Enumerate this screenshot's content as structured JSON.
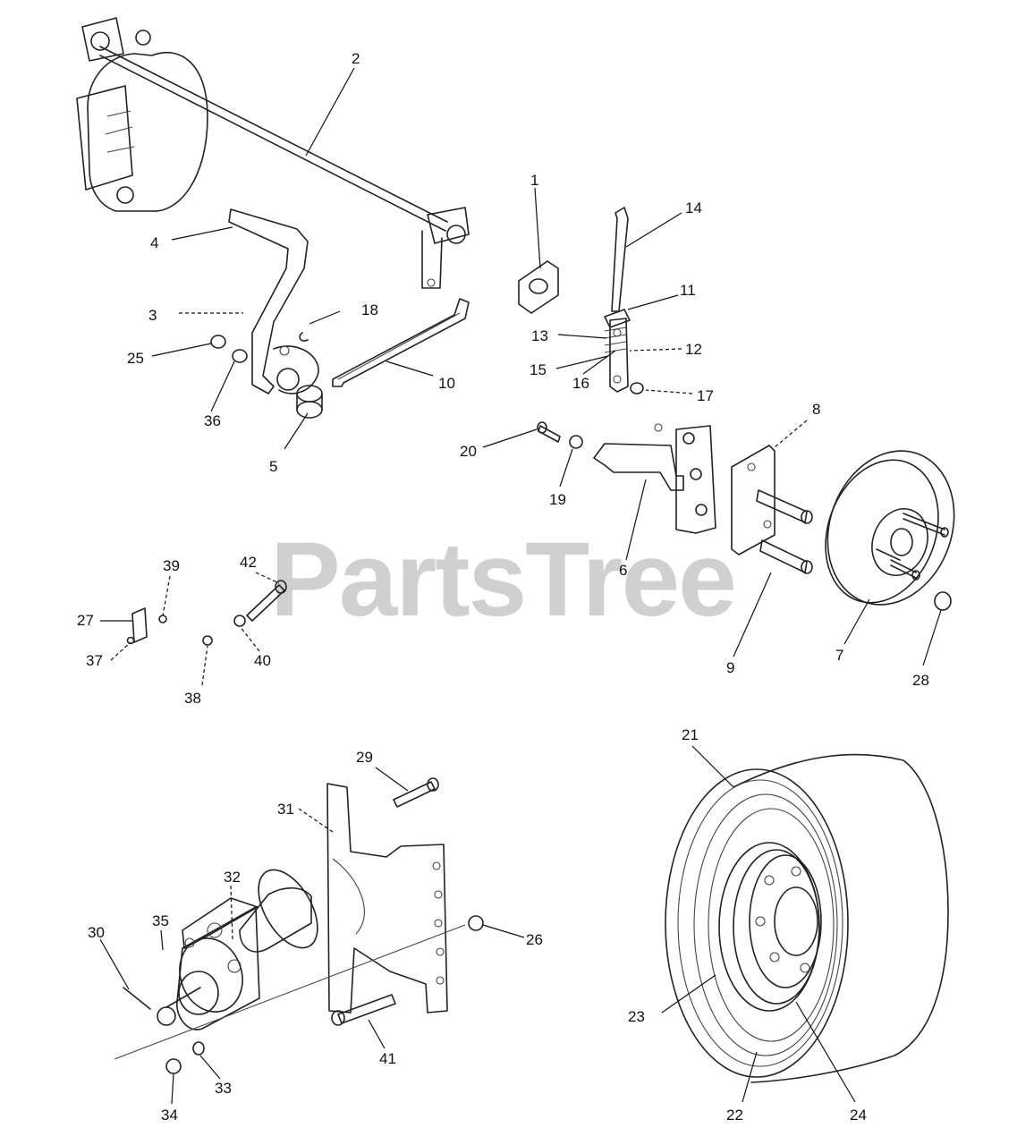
{
  "watermark": {
    "text": "PartsTree"
  },
  "callouts": [
    "1",
    "2",
    "3",
    "4",
    "5",
    "6",
    "7",
    "8",
    "9",
    "10",
    "11",
    "12",
    "13",
    "14",
    "15",
    "16",
    "17",
    "18",
    "19",
    "20",
    "21",
    "22",
    "23",
    "24",
    "25",
    "26",
    "27",
    "28",
    "29",
    "30",
    "31",
    "32",
    "33",
    "34",
    "35",
    "36",
    "37",
    "38",
    "39",
    "40",
    "41",
    "42"
  ]
}
